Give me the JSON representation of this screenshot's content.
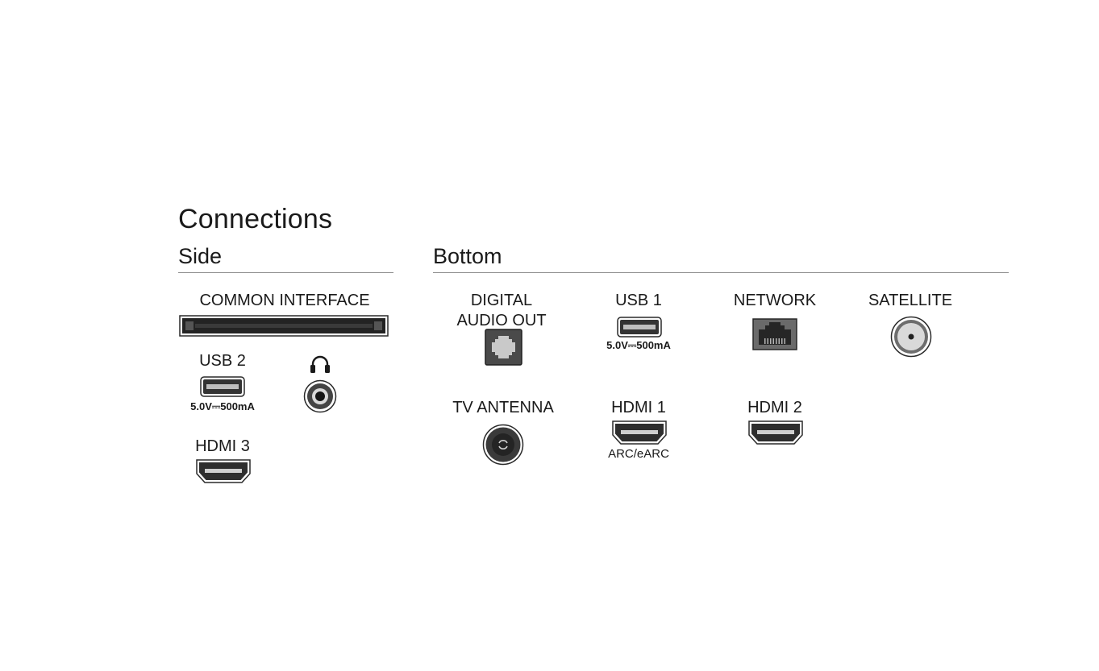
{
  "title": "Connections",
  "side": {
    "heading": "Side",
    "common_interface": "COMMON INTERFACE",
    "usb2": {
      "label": "USB 2",
      "spec": "5.0V⎓500mA"
    },
    "headphones_icon": "headphones-icon",
    "hdmi3": "HDMI 3"
  },
  "bottom": {
    "heading": "Bottom",
    "digital_audio_out": [
      "DIGITAL",
      "AUDIO OUT"
    ],
    "usb1": {
      "label": "USB 1",
      "spec": "5.0V⎓500mA"
    },
    "network": "NETWORK",
    "satellite": "SATELLITE",
    "tv_antenna": "TV ANTENNA",
    "hdmi1": {
      "label": "HDMI 1",
      "sub": "ARC/eARC"
    },
    "hdmi2": "HDMI 2"
  }
}
